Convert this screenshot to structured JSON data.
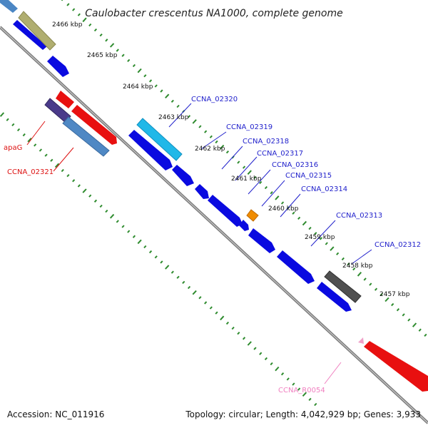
{
  "header": {
    "title": "Caulobacter crescentus NA1000, complete genome"
  },
  "footer": {
    "accession": "Accession: NC_011916",
    "topology": "Topology: circular; Length: 4,042,929 bp; Genes: 3,933"
  },
  "colors": {
    "forward_gene": "#1010e8",
    "reverse_gene": "#e81010",
    "backbone": "#8a8a8a",
    "tick_dots": "#2e8b2e",
    "forward_label": "#2222cc",
    "reverse_label": "#dd1111",
    "rna_label": "#f080c0"
  },
  "scale_labels": [
    "2466 kbp",
    "2465 kbp",
    "2464 kbp",
    "2463 kbp",
    "2462 kbp",
    "2461 kbp",
    "2460 kbp",
    "2459 kbp",
    "2458 kbp",
    "2457 kbp"
  ],
  "gene_labels": [
    {
      "text": "CCNA_02320",
      "strand": "forward"
    },
    {
      "text": "CCNA_02319",
      "strand": "forward"
    },
    {
      "text": "CCNA_02318",
      "strand": "forward"
    },
    {
      "text": "CCNA_02317",
      "strand": "forward"
    },
    {
      "text": "CCNA_02316",
      "strand": "forward"
    },
    {
      "text": "CCNA_02315",
      "strand": "forward"
    },
    {
      "text": "CCNA_02314",
      "strand": "forward"
    },
    {
      "text": "CCNA_02313",
      "strand": "forward"
    },
    {
      "text": "CCNA_02312",
      "strand": "forward"
    },
    {
      "text": "apaG",
      "strand": "reverse"
    },
    {
      "text": "CCNA_02321",
      "strand": "reverse"
    },
    {
      "text": "CCNA_R0054",
      "strand": "rna"
    }
  ]
}
